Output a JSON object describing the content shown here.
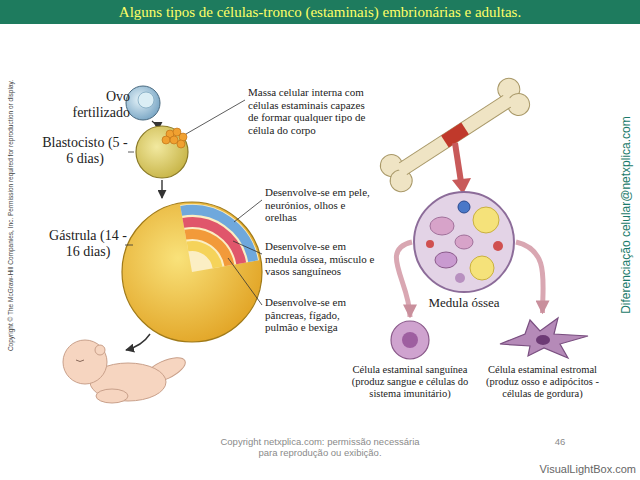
{
  "diagram": {
    "title": "Alguns tipos de células-tronco (estaminais) embrionárias e adultas.",
    "nodes": [
      {
        "text": [
          "Medula óssea"
        ]
      },
      {
        "text": [
          "Célula estaminal sanguínea (produz sangue e células do sistema imunitário)"
        ]
      },
      {
        "text": [
          "Célula estaminal estromal (produz osso e adipócitos - células de gordura)"
        ]
      }
    ],
    "edges": [
      {
        "from": 0,
        "to": 1,
        "arrow": "to"
      },
      {
        "from": 0,
        "to": 2,
        "arrow": "to"
      }
    ],
    "labels": [
      "Copyright © The McGraw-Hill Companies, Inc. Permission required for reproduction or display.",
      "Ovo fertilizado",
      "Massa celular interna com células estaminais capazes de formar qualquer tipo de célula do corpo",
      "Blastocisto (5 - 6 dias)",
      "Desenvolve-se em pele, neurónios, olhos e orelhas",
      "Gástrula (14 - 16 dias)",
      "Desenvolve-se em medula óssea, músculo e vasos sanguíneos",
      "Desenvolve-se em pâncreas, fígado, pulmão e bexiga",
      "Diferenciação celular@netxplica.com",
      "Copyright netxplica.com: permissão necessária para reprodução ou exibição.",
      "46",
      "VisualLightBox.com"
    ]
  }
}
